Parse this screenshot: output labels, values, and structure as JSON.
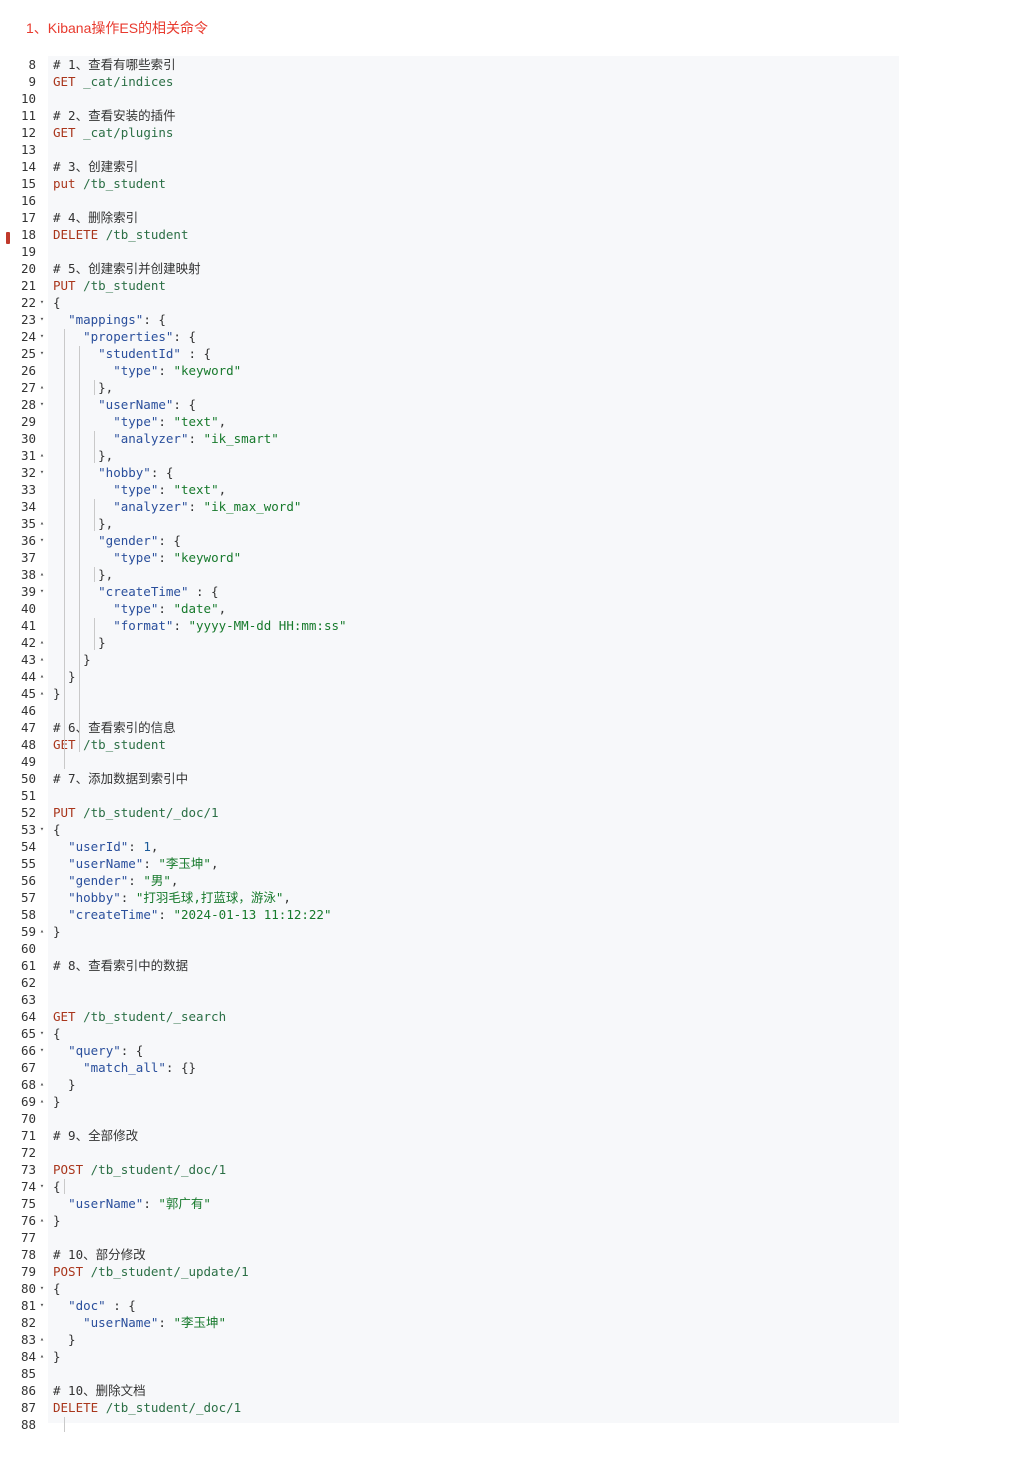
{
  "heading": "1、Kibana操作ES的相关命令",
  "lines": [
    {
      "n": "8",
      "fold": "",
      "segs": [
        [
          "comment",
          "# 1、查看有哪些索引"
        ]
      ]
    },
    {
      "n": "9",
      "fold": "",
      "segs": [
        [
          "method",
          "GET"
        ],
        [
          "punct",
          " "
        ],
        [
          "path",
          "_cat/indices"
        ]
      ]
    },
    {
      "n": "10",
      "fold": "",
      "segs": []
    },
    {
      "n": "11",
      "fold": "",
      "segs": [
        [
          "comment",
          "# 2、查看安装的插件"
        ]
      ]
    },
    {
      "n": "12",
      "fold": "",
      "segs": [
        [
          "method",
          "GET"
        ],
        [
          "punct",
          " "
        ],
        [
          "path",
          "_cat/plugins"
        ]
      ]
    },
    {
      "n": "13",
      "fold": "",
      "segs": []
    },
    {
      "n": "14",
      "fold": "",
      "segs": [
        [
          "comment",
          "# 3、创建索引"
        ]
      ]
    },
    {
      "n": "15",
      "fold": "",
      "segs": [
        [
          "method",
          "put"
        ],
        [
          "punct",
          " "
        ],
        [
          "path",
          "/tb_student"
        ]
      ]
    },
    {
      "n": "16",
      "fold": "",
      "segs": []
    },
    {
      "n": "17",
      "fold": "",
      "segs": [
        [
          "comment",
          "# 4、删除索引"
        ]
      ]
    },
    {
      "n": "18",
      "fold": "",
      "segs": [
        [
          "method",
          "DELETE"
        ],
        [
          "punct",
          " "
        ],
        [
          "path",
          "/tb_student"
        ]
      ]
    },
    {
      "n": "19",
      "fold": "",
      "segs": []
    },
    {
      "n": "20",
      "fold": "",
      "segs": [
        [
          "comment",
          "# 5、创建索引并创建映射"
        ]
      ]
    },
    {
      "n": "21",
      "fold": "",
      "segs": [
        [
          "method",
          "PUT"
        ],
        [
          "punct",
          " "
        ],
        [
          "path",
          "/tb_student"
        ]
      ]
    },
    {
      "n": "22",
      "fold": "▾",
      "segs": [
        [
          "punct",
          "{"
        ]
      ]
    },
    {
      "n": "23",
      "fold": "▾",
      "segs": [
        [
          "punct",
          "  "
        ],
        [
          "key",
          "\"mappings\""
        ],
        [
          "punct",
          ": {"
        ]
      ]
    },
    {
      "n": "24",
      "fold": "▾",
      "segs": [
        [
          "punct",
          "    "
        ],
        [
          "key",
          "\"properties\""
        ],
        [
          "punct",
          ": {"
        ]
      ]
    },
    {
      "n": "25",
      "fold": "▾",
      "segs": [
        [
          "punct",
          "      "
        ],
        [
          "key",
          "\"studentId\""
        ],
        [
          "punct",
          " : {"
        ]
      ]
    },
    {
      "n": "26",
      "fold": "",
      "segs": [
        [
          "punct",
          "        "
        ],
        [
          "key",
          "\"type\""
        ],
        [
          "punct",
          ": "
        ],
        [
          "str",
          "\"keyword\""
        ]
      ]
    },
    {
      "n": "27",
      "fold": "▴",
      "segs": [
        [
          "punct",
          "      },"
        ]
      ]
    },
    {
      "n": "28",
      "fold": "▾",
      "segs": [
        [
          "punct",
          "      "
        ],
        [
          "key",
          "\"userName\""
        ],
        [
          "punct",
          ": {"
        ]
      ]
    },
    {
      "n": "29",
      "fold": "",
      "segs": [
        [
          "punct",
          "        "
        ],
        [
          "key",
          "\"type\""
        ],
        [
          "punct",
          ": "
        ],
        [
          "str",
          "\"text\""
        ],
        [
          "punct",
          ","
        ]
      ]
    },
    {
      "n": "30",
      "fold": "",
      "segs": [
        [
          "punct",
          "        "
        ],
        [
          "key",
          "\"analyzer\""
        ],
        [
          "punct",
          ": "
        ],
        [
          "str",
          "\"ik_smart\""
        ]
      ]
    },
    {
      "n": "31",
      "fold": "▴",
      "segs": [
        [
          "punct",
          "      },"
        ]
      ]
    },
    {
      "n": "32",
      "fold": "▾",
      "segs": [
        [
          "punct",
          "      "
        ],
        [
          "key",
          "\"hobby\""
        ],
        [
          "punct",
          ": {"
        ]
      ]
    },
    {
      "n": "33",
      "fold": "",
      "segs": [
        [
          "punct",
          "        "
        ],
        [
          "key",
          "\"type\""
        ],
        [
          "punct",
          ": "
        ],
        [
          "str",
          "\"text\""
        ],
        [
          "punct",
          ","
        ]
      ]
    },
    {
      "n": "34",
      "fold": "",
      "segs": [
        [
          "punct",
          "        "
        ],
        [
          "key",
          "\"analyzer\""
        ],
        [
          "punct",
          ": "
        ],
        [
          "str",
          "\"ik_max_word\""
        ]
      ]
    },
    {
      "n": "35",
      "fold": "▴",
      "segs": [
        [
          "punct",
          "      },"
        ]
      ]
    },
    {
      "n": "36",
      "fold": "▾",
      "segs": [
        [
          "punct",
          "      "
        ],
        [
          "key",
          "\"gender\""
        ],
        [
          "punct",
          ": {"
        ]
      ]
    },
    {
      "n": "37",
      "fold": "",
      "segs": [
        [
          "punct",
          "        "
        ],
        [
          "key",
          "\"type\""
        ],
        [
          "punct",
          ": "
        ],
        [
          "str",
          "\"keyword\""
        ]
      ]
    },
    {
      "n": "38",
      "fold": "▴",
      "segs": [
        [
          "punct",
          "      },"
        ]
      ]
    },
    {
      "n": "39",
      "fold": "▾",
      "segs": [
        [
          "punct",
          "      "
        ],
        [
          "key",
          "\"createTime\""
        ],
        [
          "punct",
          " : {"
        ]
      ]
    },
    {
      "n": "40",
      "fold": "",
      "segs": [
        [
          "punct",
          "        "
        ],
        [
          "key",
          "\"type\""
        ],
        [
          "punct",
          ": "
        ],
        [
          "str",
          "\"date\""
        ],
        [
          "punct",
          ","
        ]
      ]
    },
    {
      "n": "41",
      "fold": "",
      "segs": [
        [
          "punct",
          "        "
        ],
        [
          "key",
          "\"format\""
        ],
        [
          "punct",
          ": "
        ],
        [
          "str",
          "\"yyyy-MM-dd HH:mm:ss\""
        ]
      ]
    },
    {
      "n": "42",
      "fold": "▴",
      "segs": [
        [
          "punct",
          "      }"
        ]
      ]
    },
    {
      "n": "43",
      "fold": "▴",
      "segs": [
        [
          "punct",
          "    }"
        ]
      ]
    },
    {
      "n": "44",
      "fold": "▴",
      "segs": [
        [
          "punct",
          "  }"
        ]
      ]
    },
    {
      "n": "45",
      "fold": "▴",
      "segs": [
        [
          "punct",
          "}"
        ]
      ]
    },
    {
      "n": "46",
      "fold": "",
      "segs": []
    },
    {
      "n": "47",
      "fold": "",
      "segs": [
        [
          "comment",
          "# 6、查看索引的信息"
        ]
      ]
    },
    {
      "n": "48",
      "fold": "",
      "segs": [
        [
          "method",
          "GET"
        ],
        [
          "punct",
          " "
        ],
        [
          "path",
          "/tb_student"
        ]
      ]
    },
    {
      "n": "49",
      "fold": "",
      "segs": []
    },
    {
      "n": "50",
      "fold": "",
      "segs": [
        [
          "comment",
          "# 7、添加数据到索引中"
        ]
      ]
    },
    {
      "n": "51",
      "fold": "",
      "segs": []
    },
    {
      "n": "52",
      "fold": "",
      "segs": [
        [
          "method",
          "PUT"
        ],
        [
          "punct",
          " "
        ],
        [
          "path",
          "/tb_student/_doc/1"
        ]
      ]
    },
    {
      "n": "53",
      "fold": "▾",
      "segs": [
        [
          "punct",
          "{"
        ]
      ]
    },
    {
      "n": "54",
      "fold": "",
      "segs": [
        [
          "punct",
          "  "
        ],
        [
          "key",
          "\"userId\""
        ],
        [
          "punct",
          ": "
        ],
        [
          "num",
          "1"
        ],
        [
          "punct",
          ","
        ]
      ]
    },
    {
      "n": "55",
      "fold": "",
      "segs": [
        [
          "punct",
          "  "
        ],
        [
          "key",
          "\"userName\""
        ],
        [
          "punct",
          ": "
        ],
        [
          "str",
          "\"李玉坤\""
        ],
        [
          "punct",
          ","
        ]
      ]
    },
    {
      "n": "56",
      "fold": "",
      "segs": [
        [
          "punct",
          "  "
        ],
        [
          "key",
          "\"gender\""
        ],
        [
          "punct",
          ": "
        ],
        [
          "str",
          "\"男\""
        ],
        [
          "punct",
          ","
        ]
      ]
    },
    {
      "n": "57",
      "fold": "",
      "segs": [
        [
          "punct",
          "  "
        ],
        [
          "key",
          "\"hobby\""
        ],
        [
          "punct",
          ": "
        ],
        [
          "str",
          "\"打羽毛球,打蓝球，游泳\""
        ],
        [
          "punct",
          ","
        ]
      ]
    },
    {
      "n": "58",
      "fold": "",
      "segs": [
        [
          "punct",
          "  "
        ],
        [
          "key",
          "\"createTime\""
        ],
        [
          "punct",
          ": "
        ],
        [
          "str",
          "\"2024-01-13 11:12:22\""
        ]
      ]
    },
    {
      "n": "59",
      "fold": "▴",
      "segs": [
        [
          "punct",
          "}"
        ]
      ]
    },
    {
      "n": "60",
      "fold": "",
      "segs": []
    },
    {
      "n": "61",
      "fold": "",
      "segs": [
        [
          "comment",
          "# 8、查看索引中的数据"
        ]
      ]
    },
    {
      "n": "62",
      "fold": "",
      "segs": []
    },
    {
      "n": "63",
      "fold": "",
      "segs": []
    },
    {
      "n": "64",
      "fold": "",
      "segs": [
        [
          "method",
          "GET"
        ],
        [
          "punct",
          " "
        ],
        [
          "path",
          "/tb_student/_search"
        ]
      ]
    },
    {
      "n": "65",
      "fold": "▾",
      "segs": [
        [
          "punct",
          "{"
        ]
      ]
    },
    {
      "n": "66",
      "fold": "▾",
      "segs": [
        [
          "punct",
          "  "
        ],
        [
          "key",
          "\"query\""
        ],
        [
          "punct",
          ": {"
        ]
      ]
    },
    {
      "n": "67",
      "fold": "",
      "segs": [
        [
          "punct",
          "    "
        ],
        [
          "key",
          "\"match_all\""
        ],
        [
          "punct",
          ": {}"
        ]
      ]
    },
    {
      "n": "68",
      "fold": "▴",
      "segs": [
        [
          "punct",
          "  }"
        ]
      ]
    },
    {
      "n": "69",
      "fold": "▴",
      "segs": [
        [
          "punct",
          "}"
        ]
      ]
    },
    {
      "n": "70",
      "fold": "",
      "segs": []
    },
    {
      "n": "71",
      "fold": "",
      "segs": [
        [
          "comment",
          "# 9、全部修改"
        ]
      ]
    },
    {
      "n": "72",
      "fold": "",
      "segs": []
    },
    {
      "n": "73",
      "fold": "",
      "segs": [
        [
          "method",
          "POST"
        ],
        [
          "punct",
          " "
        ],
        [
          "path",
          "/tb_student/_doc/1"
        ]
      ]
    },
    {
      "n": "74",
      "fold": "▾",
      "segs": [
        [
          "punct",
          "{"
        ]
      ]
    },
    {
      "n": "75",
      "fold": "",
      "segs": [
        [
          "punct",
          "  "
        ],
        [
          "key",
          "\"userName\""
        ],
        [
          "punct",
          ": "
        ],
        [
          "str",
          "\"郭广有\""
        ]
      ]
    },
    {
      "n": "76",
      "fold": "▴",
      "segs": [
        [
          "punct",
          "}"
        ]
      ]
    },
    {
      "n": "77",
      "fold": "",
      "segs": []
    },
    {
      "n": "78",
      "fold": "",
      "segs": [
        [
          "comment",
          "# 10、部分修改"
        ]
      ]
    },
    {
      "n": "79",
      "fold": "",
      "segs": [
        [
          "method",
          "POST"
        ],
        [
          "punct",
          " "
        ],
        [
          "path",
          "/tb_student/_update/1"
        ]
      ]
    },
    {
      "n": "80",
      "fold": "▾",
      "segs": [
        [
          "punct",
          "{"
        ]
      ]
    },
    {
      "n": "81",
      "fold": "▾",
      "segs": [
        [
          "punct",
          "  "
        ],
        [
          "key",
          "\"doc\""
        ],
        [
          "punct",
          " : {"
        ]
      ]
    },
    {
      "n": "82",
      "fold": "",
      "segs": [
        [
          "punct",
          "    "
        ],
        [
          "key",
          "\"userName\""
        ],
        [
          "punct",
          ": "
        ],
        [
          "str",
          "\"李玉坤\""
        ]
      ]
    },
    {
      "n": "83",
      "fold": "▴",
      "segs": [
        [
          "punct",
          "  }"
        ]
      ]
    },
    {
      "n": "84",
      "fold": "▴",
      "segs": [
        [
          "punct",
          "}"
        ]
      ]
    },
    {
      "n": "85",
      "fold": "",
      "segs": []
    },
    {
      "n": "86",
      "fold": "",
      "segs": [
        [
          "comment",
          "# 10、删除文档"
        ]
      ]
    },
    {
      "n": "87",
      "fold": "",
      "segs": [
        [
          "method",
          "DELETE"
        ],
        [
          "punct",
          " "
        ],
        [
          "path",
          "/tb_student/_doc/1"
        ]
      ]
    },
    {
      "n": "88",
      "fold": "",
      "segs": []
    }
  ]
}
